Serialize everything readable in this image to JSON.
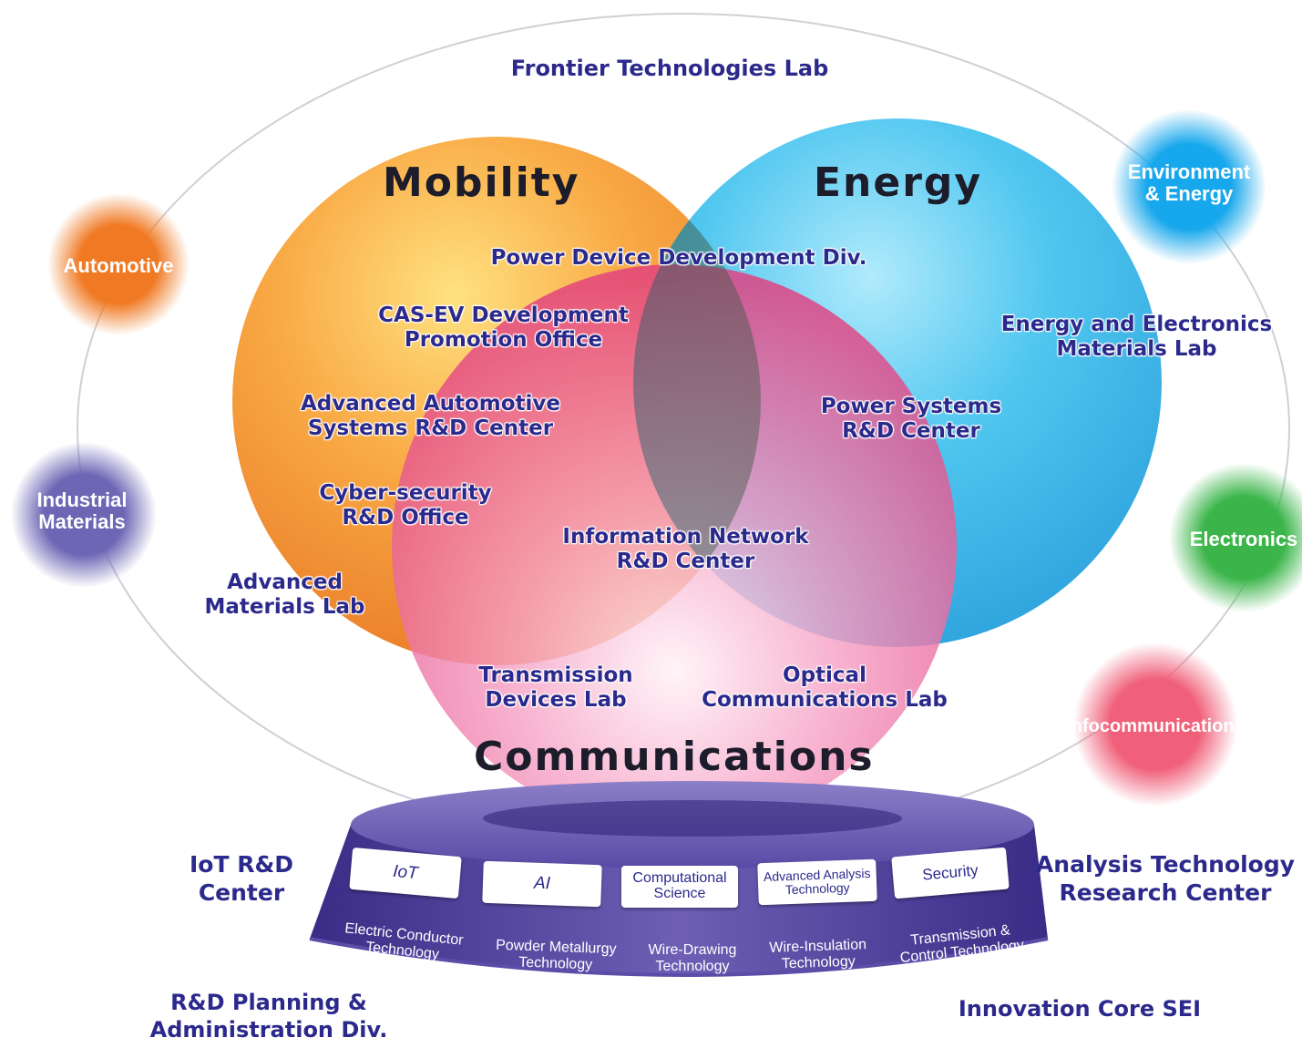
{
  "top_label": "Frontier Technologies Lab",
  "circles": {
    "mobility": "Mobility",
    "energy": "Energy",
    "communications": "Communications"
  },
  "bubbles": {
    "automotive": "Automotive",
    "industrial": [
      "Industrial",
      "Materials"
    ],
    "environment": [
      "Environment",
      "& Energy"
    ],
    "electronics": "Electronics",
    "infocommunications": "Infocommunications"
  },
  "units": {
    "power_device": "Power Device Development Div.",
    "cas_ev": [
      "CAS-EV Development",
      "Promotion Office"
    ],
    "energy_materials": [
      "Energy and Electronics",
      "Materials Lab"
    ],
    "automotive_systems": [
      "Advanced Automotive",
      "Systems R&D Center"
    ],
    "power_systems": [
      "Power Systems",
      "R&D Center"
    ],
    "cyber_security": [
      "Cyber-security",
      "R&D Office"
    ],
    "info_network": [
      "Information Network",
      "R&D Center"
    ],
    "advanced_materials": [
      "Advanced",
      "Materials Lab"
    ],
    "transmission_devices": [
      "Transmission",
      "Devices Lab"
    ],
    "optical_comm": [
      "Optical",
      "Communications Lab"
    ]
  },
  "platform": {
    "cards": [
      {
        "line1": "IoT",
        "line2": ""
      },
      {
        "line1": "AI",
        "line2": ""
      },
      {
        "line1": "Computational",
        "line2": "Science"
      },
      {
        "line1": "Advanced Analysis",
        "line2": "Technology"
      },
      {
        "line1": "Security",
        "line2": ""
      }
    ],
    "base_techs": [
      {
        "line1": "Electric Conductor",
        "line2": "Technology"
      },
      {
        "line1": "Powder Metallurgy",
        "line2": "Technology"
      },
      {
        "line1": "Wire-Drawing",
        "line2": "Technology"
      },
      {
        "line1": "Wire-Insulation",
        "line2": "Technology"
      },
      {
        "line1": "Transmission &",
        "line2": "Control Technology"
      }
    ]
  },
  "side_labels": {
    "iot_center": [
      "IoT R&D",
      "Center"
    ],
    "analysis_center": [
      "Analysis Technology",
      "Research Center"
    ],
    "planning": [
      "R&D Planning &",
      "Administration Div."
    ],
    "innovation": "Innovation Core SEI"
  },
  "colors": {
    "mobility": "#f5891f",
    "energy": "#1cb1ea",
    "communications": "#ee4f93",
    "automotive": "#f07a24",
    "industrial": "#6d66b5",
    "environment": "#17a7ec",
    "electronics": "#3bb54a",
    "infocommunications": "#f0607a",
    "platform": "#4b3b94",
    "label": "#2b2a8c"
  }
}
